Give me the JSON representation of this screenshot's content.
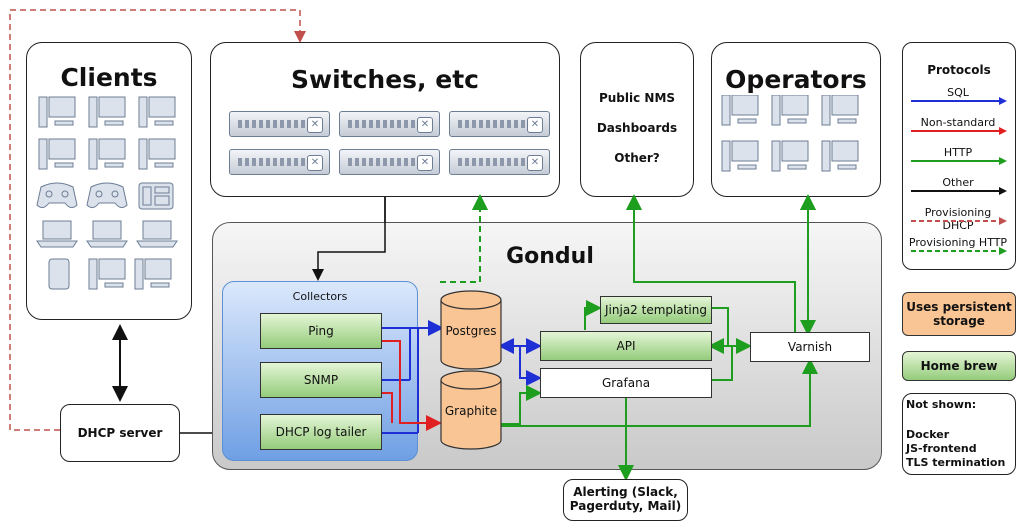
{
  "clients": {
    "title": "Clients"
  },
  "switches": {
    "title": "Switches, etc"
  },
  "public": {
    "line1": "Public NMS",
    "line2": "Dashboards",
    "line3": "Other?"
  },
  "operators": {
    "title": "Operators"
  },
  "gondul": {
    "title": "Gondul"
  },
  "collectors": {
    "title": "Collectors",
    "items": [
      "Ping",
      "SNMP",
      "DHCP log tailer"
    ]
  },
  "databases": {
    "postgres": "Postgres",
    "graphite": "Graphite"
  },
  "services": {
    "jinja": "Jinja2 templating",
    "api": "API",
    "grafana": "Grafana",
    "varnish": "Varnish"
  },
  "dhcp_server": "DHCP server",
  "alerting": {
    "line1": "Alerting (Slack,",
    "line2": "Pagerduty, Mail)"
  },
  "legend": {
    "title": "Protocols",
    "items": [
      {
        "label": "SQL",
        "color": "#1f2fd6",
        "style": "solid"
      },
      {
        "label": "Non-standard",
        "color": "#e02020",
        "style": "solid"
      },
      {
        "label": "HTTP",
        "color": "#1e9e1e",
        "style": "solid"
      },
      {
        "label": "Other",
        "color": "#111111",
        "style": "solid"
      },
      {
        "label": "Provisioning DHCP",
        "color": "#c0504d",
        "style": "dashed"
      },
      {
        "label": "Provisioning HTTP",
        "color": "#1e9e1e",
        "style": "dashed"
      }
    ]
  },
  "key": {
    "persistent": "Uses persistent storage",
    "homebrew": "Home brew"
  },
  "not_shown": {
    "title": "Not shown:",
    "items": [
      "Docker",
      "JS-frontend",
      "TLS termination"
    ]
  }
}
